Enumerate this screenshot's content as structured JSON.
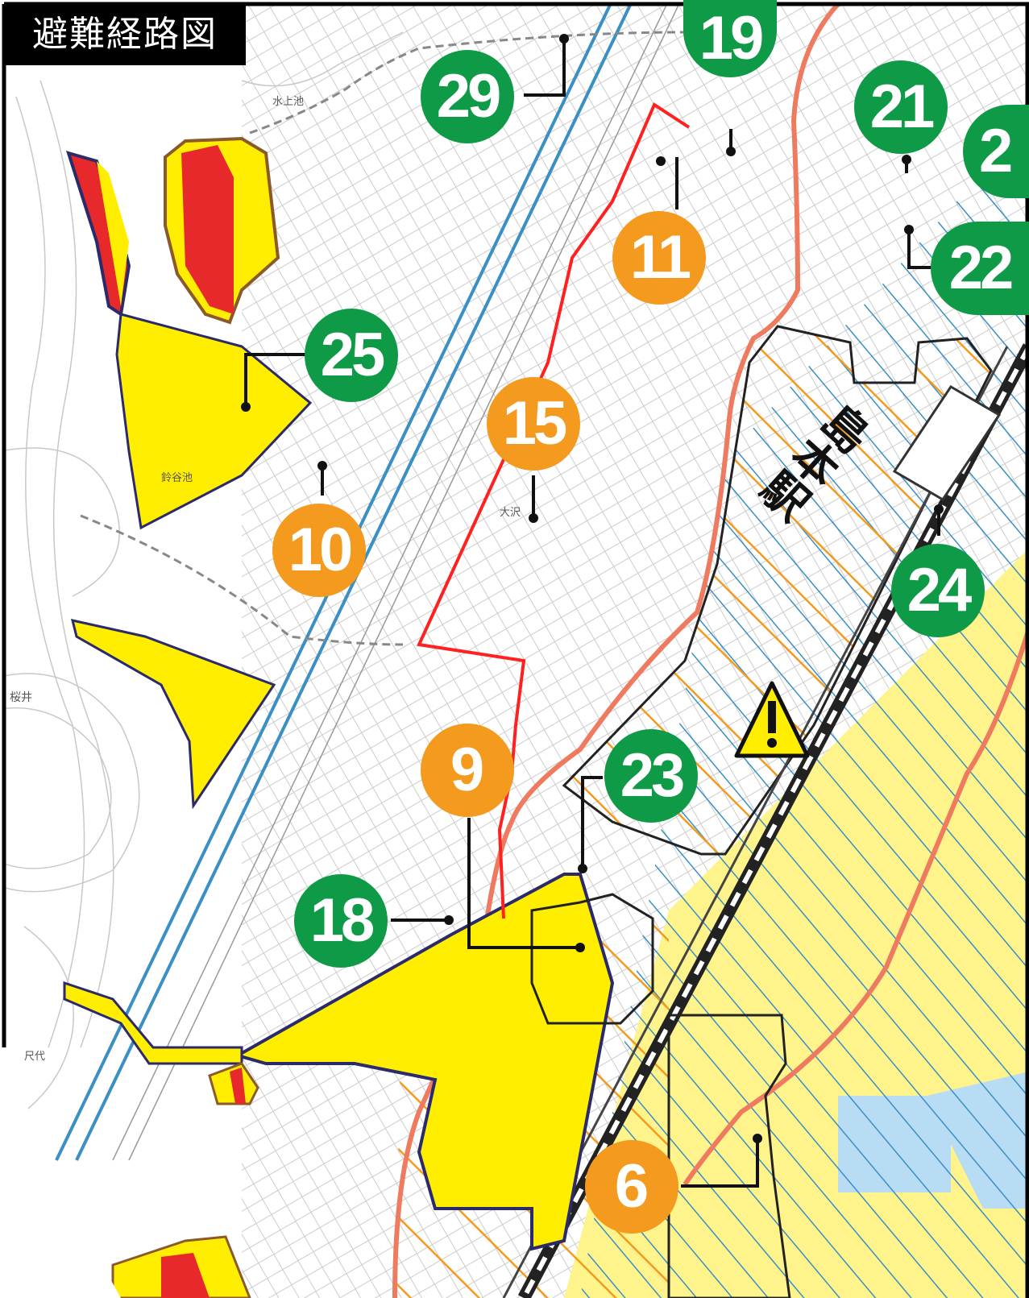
{
  "title": "避難経路図",
  "station_name": "島本駅",
  "colors": {
    "shelter_green": "#0f9a48",
    "shelter_orange": "#f39a1f",
    "hazard_yellow": "#ffee00",
    "hazard_red": "#e8292b",
    "route_red": "#ff2020",
    "road_salmon": "#ee7b5f",
    "rail_black": "#222222",
    "highway_blue": "#3a8fc4",
    "flood_yellow": "#fff38c",
    "flood_blue": "#b8dcf4"
  },
  "icons": {
    "warning": "warning-triangle-icon"
  },
  "shelters": [
    {
      "number": "29",
      "type": "green"
    },
    {
      "number": "19",
      "type": "green"
    },
    {
      "number": "21",
      "type": "green"
    },
    {
      "number": "2",
      "type": "green"
    },
    {
      "number": "22",
      "type": "green"
    },
    {
      "number": "11",
      "type": "orange"
    },
    {
      "number": "25",
      "type": "green"
    },
    {
      "number": "15",
      "type": "orange"
    },
    {
      "number": "10",
      "type": "orange"
    },
    {
      "number": "24",
      "type": "green"
    },
    {
      "number": "9",
      "type": "orange"
    },
    {
      "number": "23",
      "type": "green"
    },
    {
      "number": "18",
      "type": "green"
    },
    {
      "number": "6",
      "type": "orange"
    }
  ],
  "place_labels": [
    "桜井",
    "水上池",
    "鈴谷池",
    "大沢",
    "尺代"
  ]
}
